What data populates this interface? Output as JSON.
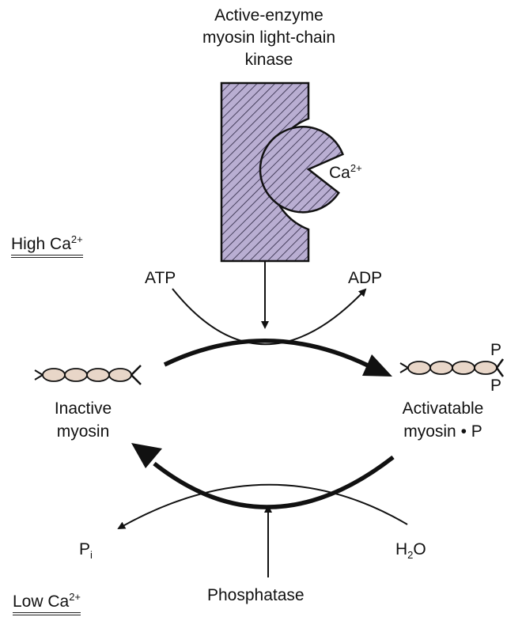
{
  "enzyme": {
    "title_lines": [
      "Active-enzyme",
      "myosin light-chain",
      "kinase"
    ],
    "ion_base": "Ca",
    "ion_charge": "2+",
    "fill_color": "#b9aed2"
  },
  "conditions": {
    "high": {
      "base": "High Ca",
      "charge": "2+"
    },
    "low": {
      "base": "Low Ca",
      "charge": "2+"
    }
  },
  "forward_reaction": {
    "input": "ATP",
    "output": "ADP"
  },
  "reverse_reaction": {
    "input_base": "H",
    "input_sub": "2",
    "input_tail": "O",
    "output_base": "P",
    "output_sub": "i",
    "enzyme_label": "Phosphatase"
  },
  "states": {
    "inactive": {
      "line1": "Inactive",
      "line2": "myosin"
    },
    "active": {
      "line1": "Activatable",
      "line2": "myosin • P",
      "phosphate_label": "P"
    }
  },
  "colors": {
    "myosin_bead": "#e8d6c8",
    "stroke": "#111111"
  }
}
